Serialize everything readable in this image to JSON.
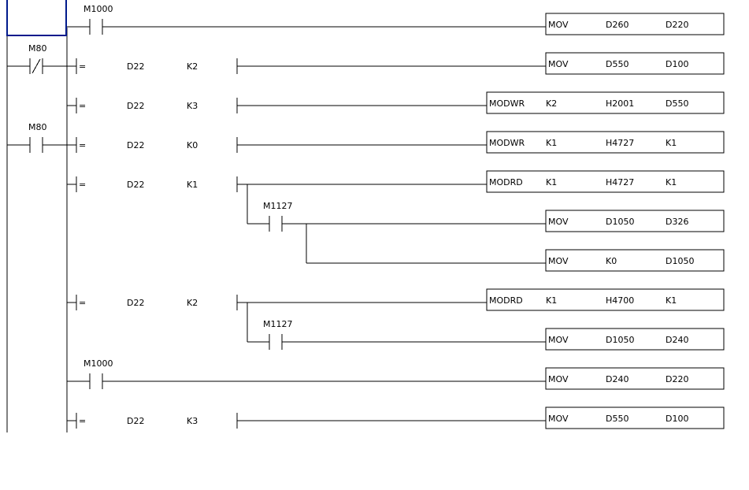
{
  "colors": {
    "line": "#000000",
    "cursor": "#001a8c",
    "background": "#ffffff"
  },
  "rungs": [
    {
      "contacts": [
        {
          "type": "NO",
          "device": "M1000"
        }
      ],
      "instruction": {
        "op": "MOV",
        "operands": [
          "D260",
          "D220"
        ]
      }
    },
    {
      "contacts": [
        {
          "type": "NC",
          "device": "M80"
        },
        {
          "type": "compare",
          "op": "=",
          "a": "D22",
          "b": "K2"
        }
      ],
      "instruction": {
        "op": "MOV",
        "operands": [
          "D550",
          "D100"
        ]
      }
    },
    {
      "contacts": [
        {
          "type": "compare",
          "op": "=",
          "a": "D22",
          "b": "K3"
        }
      ],
      "instruction": {
        "op": "MODWR",
        "operands": [
          "K2",
          "H2001",
          "D550"
        ]
      }
    },
    {
      "contacts": [
        {
          "type": "NO",
          "device": "M80"
        },
        {
          "type": "compare",
          "op": "=",
          "a": "D22",
          "b": "K0"
        }
      ],
      "instruction": {
        "op": "MODWR",
        "operands": [
          "K1",
          "H4727",
          "K1"
        ]
      }
    },
    {
      "contacts": [
        {
          "type": "compare",
          "op": "=",
          "a": "D22",
          "b": "K1"
        }
      ],
      "instruction": {
        "op": "MODRD",
        "operands": [
          "K1",
          "H4727",
          "K1"
        ]
      }
    },
    {
      "contacts": [
        {
          "type": "NO",
          "device": "M1127"
        }
      ],
      "instruction": {
        "op": "MOV",
        "operands": [
          "D1050",
          "D326"
        ]
      }
    },
    {
      "contacts": [],
      "instruction": {
        "op": "MOV",
        "operands": [
          "K0",
          "D1050"
        ]
      }
    },
    {
      "contacts": [
        {
          "type": "compare",
          "op": "=",
          "a": "D22",
          "b": "K2"
        }
      ],
      "instruction": {
        "op": "MODRD",
        "operands": [
          "K1",
          "H4700",
          "K1"
        ]
      }
    },
    {
      "contacts": [
        {
          "type": "NO",
          "device": "M1127"
        }
      ],
      "instruction": {
        "op": "MOV",
        "operands": [
          "D1050",
          "D240"
        ]
      }
    },
    {
      "contacts": [
        {
          "type": "NO",
          "device": "M1000"
        }
      ],
      "instruction": {
        "op": "MOV",
        "operands": [
          "D240",
          "D220"
        ]
      }
    },
    {
      "contacts": [
        {
          "type": "compare",
          "op": "=",
          "a": "D22",
          "b": "K3"
        }
      ],
      "instruction": {
        "op": "MOV",
        "operands": [
          "D550",
          "D100"
        ]
      }
    }
  ]
}
